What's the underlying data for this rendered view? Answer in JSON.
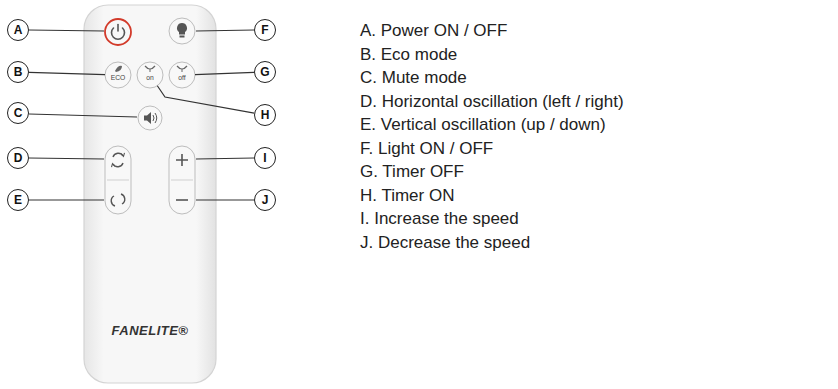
{
  "diagram": {
    "nodes": [
      {
        "text": [
          "FANELITE®"
        ]
      },
      {
        "text": [
          "ECO"
        ],
        "in": 0
      },
      {
        "text": [
          "on"
        ],
        "in": 0
      },
      {
        "text": [
          "off"
        ],
        "in": 0
      },
      {
        "text": [
          "A"
        ]
      },
      {
        "text": [
          "B"
        ]
      },
      {
        "text": [
          "C"
        ]
      },
      {
        "text": [
          "D"
        ]
      },
      {
        "text": [
          "E"
        ]
      },
      {
        "text": [
          "F"
        ]
      },
      {
        "text": [
          "G"
        ]
      },
      {
        "text": [
          "H"
        ]
      },
      {
        "text": [
          "I"
        ]
      },
      {
        "text": [
          "J"
        ]
      }
    ],
    "edges": [
      {
        "from": 5,
        "to": 1,
        "arrow": "none"
      },
      {
        "from": 10,
        "to": 3,
        "arrow": "none"
      },
      {
        "from": 11,
        "to": 2,
        "arrow": "none"
      }
    ],
    "labels": [
      "A. Power ON / OFF",
      "B. Eco mode",
      "C. Mute mode",
      "D. Horizontal oscillation (left / right)",
      "E. Vertical oscillation (up / down)",
      "F. Light ON / OFF",
      "G. Timer OFF",
      "H. Timer ON",
      "I. Increase the speed",
      "J. Decrease the speed"
    ]
  }
}
